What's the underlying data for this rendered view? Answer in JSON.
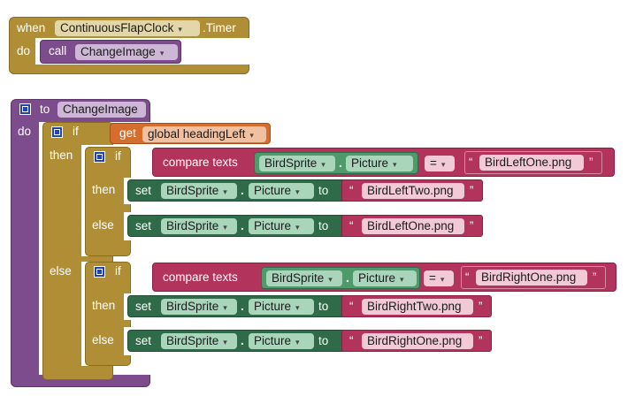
{
  "event_block": {
    "when": "when",
    "component": "ContinuousFlapClock",
    "event": ".Timer",
    "do": "do",
    "call": "call",
    "procedure": "ChangeImage"
  },
  "proc_block": {
    "to": "to",
    "name": "ChangeImage",
    "do": "do",
    "if": "if",
    "then": "then",
    "else": "else",
    "get": "get",
    "variable": "global headingLeft",
    "inner1": {
      "if": "if",
      "compare": "compare texts",
      "component": "BirdSprite",
      "property": "Picture",
      "dot": ".",
      "op": "=",
      "compare_value": "BirdLeftOne.png",
      "then": "then",
      "set": "set",
      "then_component": "BirdSprite",
      "then_property": "Picture",
      "to": "to",
      "then_value": "BirdLeftTwo.png",
      "else": "else",
      "else_component": "BirdSprite",
      "else_property": "Picture",
      "else_value": "BirdLeftOne.png"
    },
    "inner2": {
      "if": "if",
      "compare": "compare texts",
      "component": "BirdSprite",
      "property": "Picture",
      "dot": ".",
      "op": "=",
      "compare_value": "BirdRightOne.png",
      "then": "then",
      "set": "set",
      "then_component": "BirdSprite",
      "then_property": "Picture",
      "to": "to",
      "then_value": "BirdRightTwo.png",
      "else": "else",
      "else_component": "BirdSprite",
      "else_property": "Picture",
      "else_value": "BirdRightOne.png"
    }
  },
  "quote": "“",
  "quote_close": "”",
  "arrow": "▾",
  "colors": {
    "control": "#b08e35",
    "procedure": "#7d4c8c",
    "variable": "#d56d2c",
    "text": "#b2345d",
    "component": "#2f6b48",
    "mutator": "#2243b6"
  }
}
